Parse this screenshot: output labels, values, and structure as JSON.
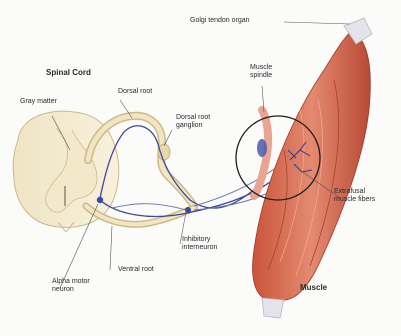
{
  "labels": {
    "golgi_tendon_organ": "Golgi tendon organ",
    "spinal_cord": "Spinal Cord",
    "gray_matter": "Gray matter",
    "dorsal_root": "Dorsal root",
    "muscle_spindle": "Muscle\nspindle",
    "dorsal_root_ganglion": "Dorsal root\nganglion",
    "inhibitory_interneuron": "Inhibitory\ninterneuron",
    "ventral_root": "Ventral root",
    "alpha_motor_neuron": "Alpha motor\nneuron",
    "extrafusal_muscle_fibers": "Extrafusal\nmuscle fibers",
    "muscle": "Muscle"
  },
  "colors": {
    "background": "#fbfbfa",
    "spinal_gray_matter": "#f6edd2",
    "spinal_white_matter": "#e8d9b0",
    "nerve_fiber": "#d9c79a",
    "muscle": "#d96a4f",
    "muscle_dark": "#b8452f",
    "tendon": "#e3e3ea",
    "neuron_blue": "#3b4a9a"
  }
}
